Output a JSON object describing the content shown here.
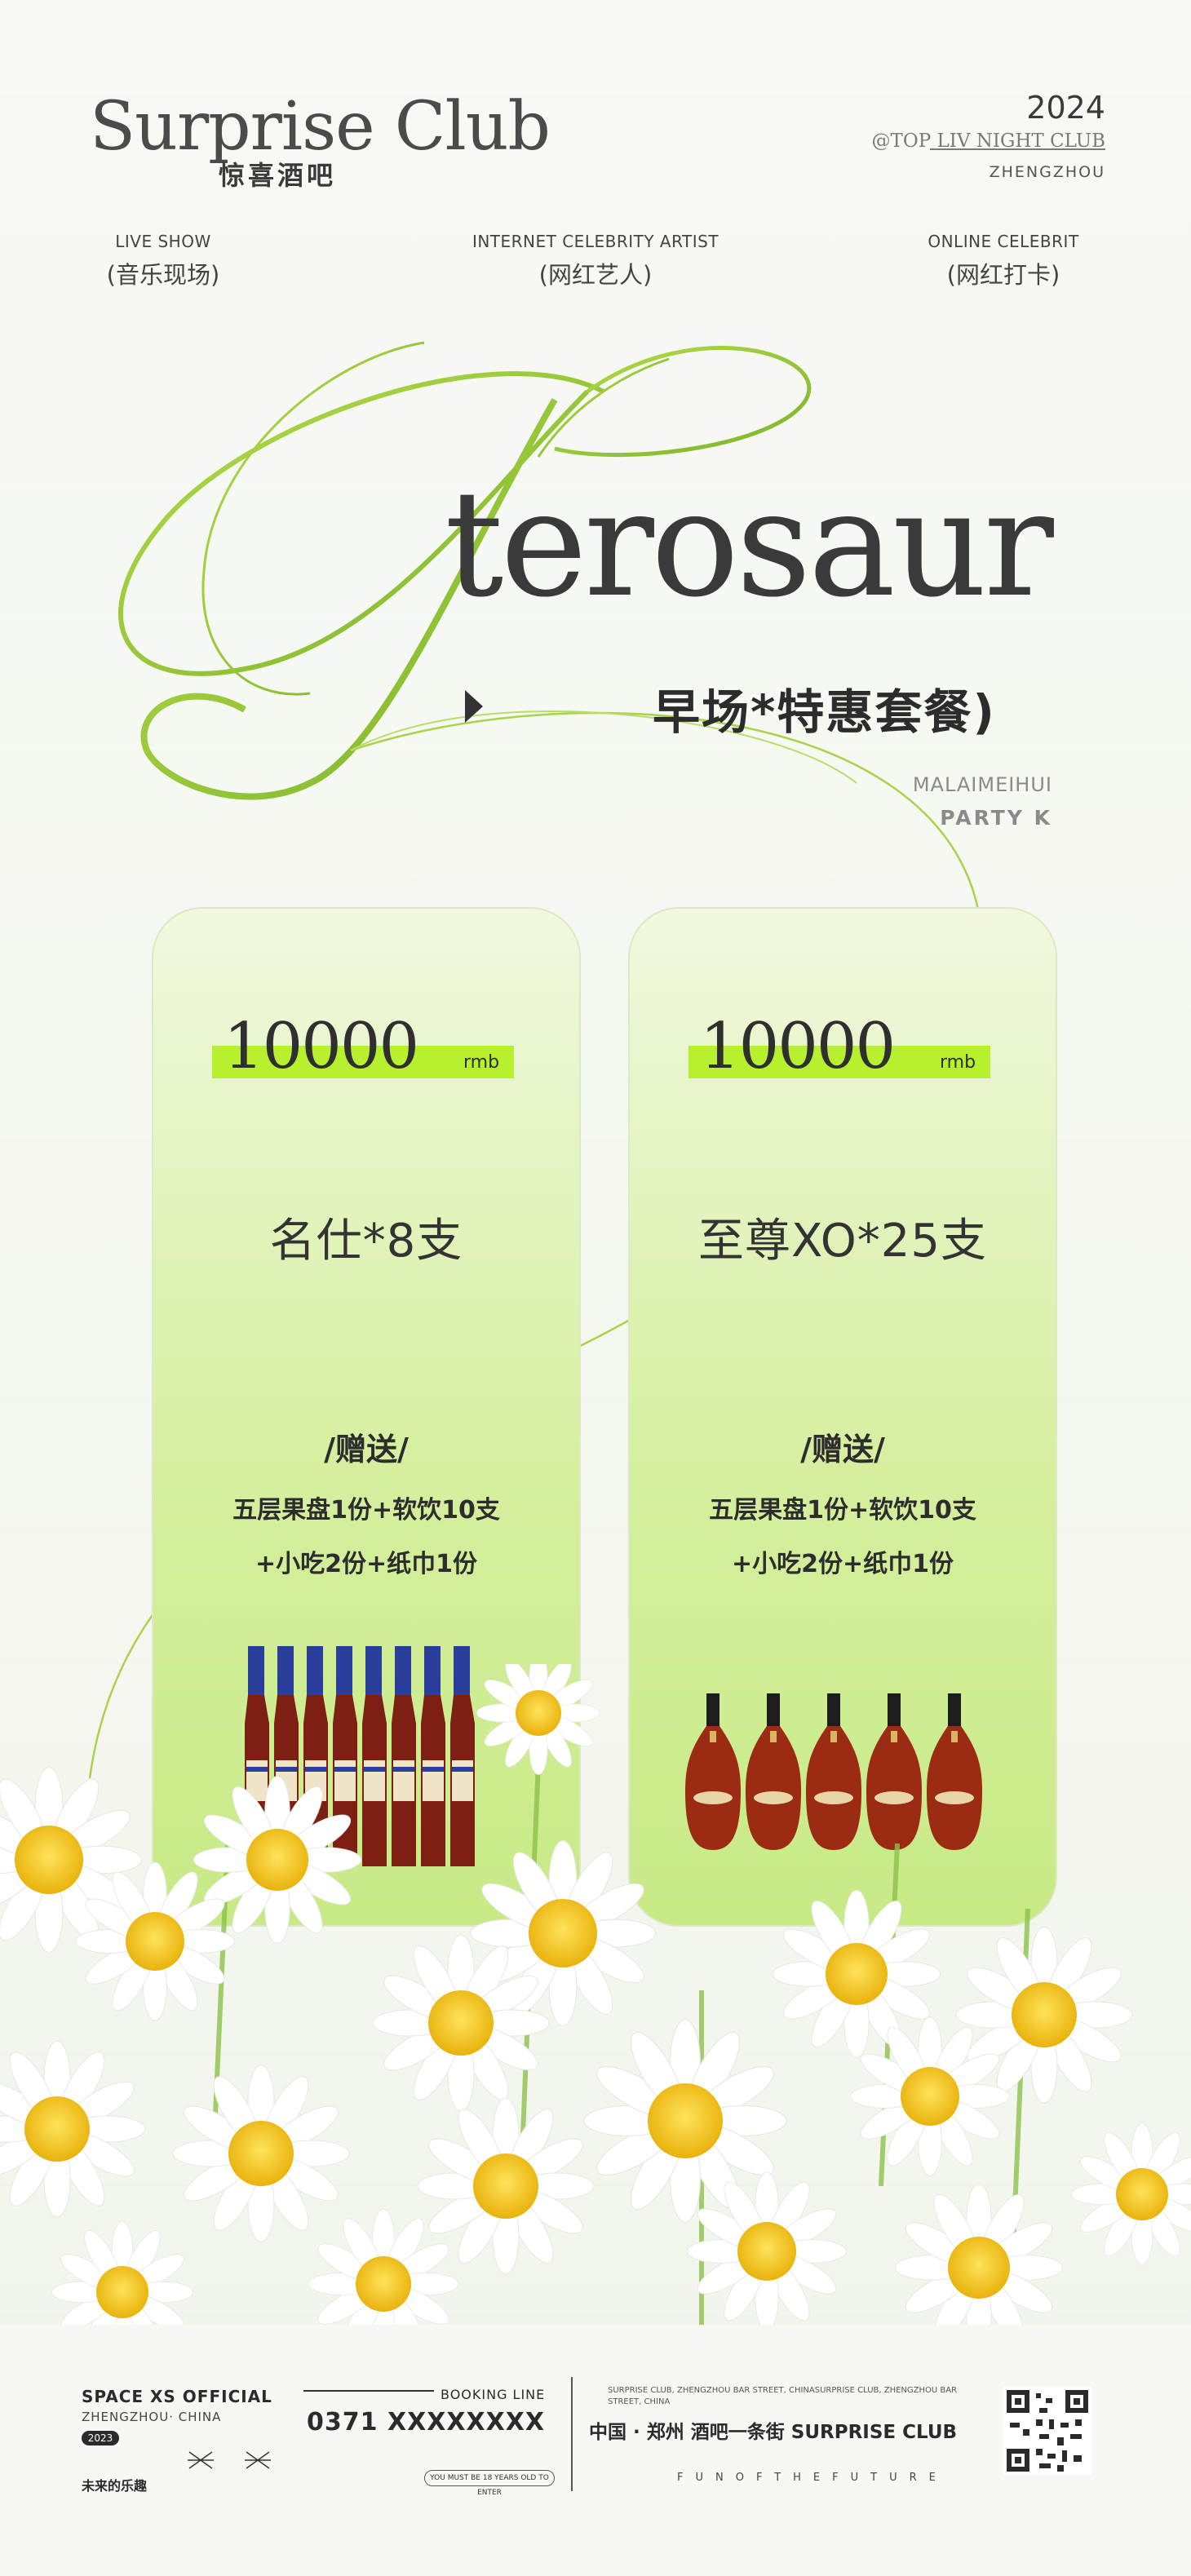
{
  "header": {
    "logo_main": "Surprise Club",
    "logo_sub": "惊喜酒吧",
    "year": "2024",
    "club": "@TOP LIV NIGHT CLUB",
    "city": "ZHENGZHOU"
  },
  "tags": [
    {
      "en": "LIVE SHOW",
      "cn": "(音乐现场)"
    },
    {
      "en": "INTERNET CELEBRITY ARTIST",
      "cn": "(网红艺人)"
    },
    {
      "en": "ONLINE CELEBRIT",
      "cn": "(网红打卡)"
    }
  ],
  "hero": {
    "script_letter": "P",
    "word": "terosaur",
    "subtitle": "早场*特惠套餐)",
    "line1": "MALAIMEIHUI",
    "line2": "PARTY K"
  },
  "cards": [
    {
      "price": "10000",
      "unit": "rmb",
      "item": "名仕*8支",
      "gift_title": "/赠送/",
      "gift_line1": "五层果盘1份+软饮10支",
      "gift_line2": "+小吃2份+纸巾1份"
    },
    {
      "price": "10000",
      "unit": "rmb",
      "item": "至尊XO*25支",
      "gift_title": "/赠送/",
      "gift_line1": "五层果盘1份+软饮10支",
      "gift_line2": "+小吃2份+纸巾1份"
    }
  ],
  "footer": {
    "space": "SPACE XS OFFICIAL",
    "zz": "ZHENGZHOU· CHINA",
    "year_badge": "2023",
    "slogan": "未来的乐趣",
    "booking": "BOOKING LINE",
    "phone": "0371 XXXXXXXX",
    "age_warning": "YOU MUST BE 18 YEARS OLD TO ENTER",
    "address_en": "SURPRISE CLUB, ZHENGZHOU BAR STREET, CHINASURPRISE CLUB, ZHENGZHOU BAR STREET, CHINA",
    "address_cn": "中国 · 郑州 酒吧一条街 SURPRISE CLUB",
    "motto": "FUNOFTHEFUTURE"
  },
  "colors": {
    "accent_green": "#b6f02e",
    "card_green": "#d5ef9f",
    "script_green": "#9ccc3a",
    "text_dark": "#2b2b2b"
  }
}
